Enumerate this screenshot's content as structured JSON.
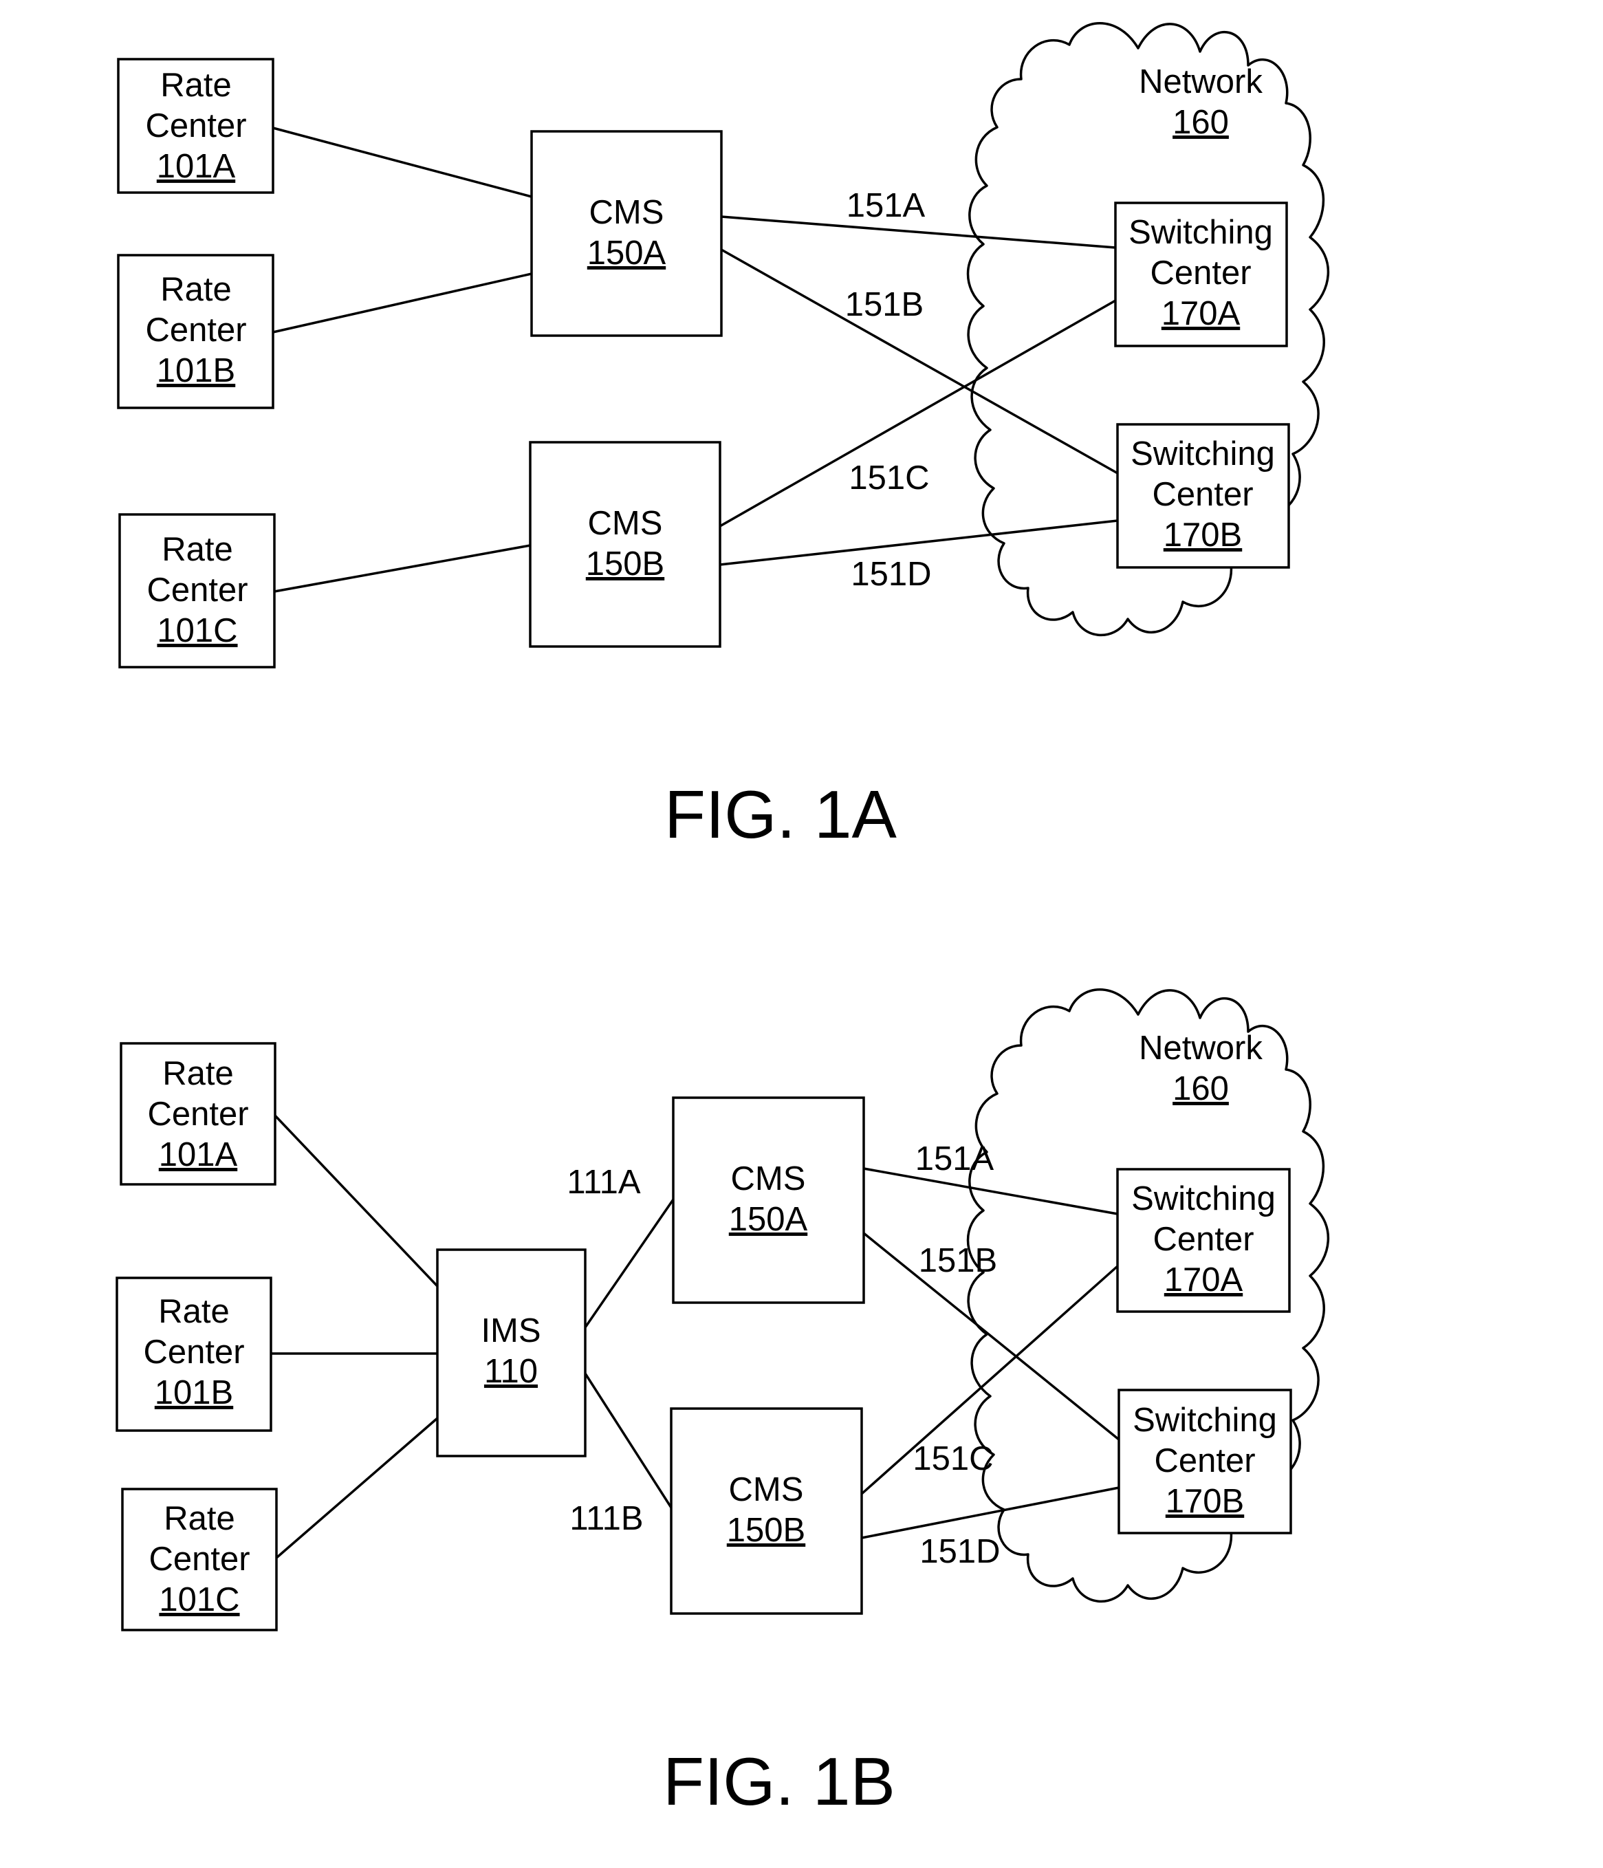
{
  "fig1a": {
    "caption": "FIG. 1A",
    "network": {
      "label": "Network",
      "ref": "160"
    },
    "rate_centers": [
      {
        "label": "Rate",
        "label2": "Center",
        "ref": "101A"
      },
      {
        "label": "Rate",
        "label2": "Center",
        "ref": "101B"
      },
      {
        "label": "Rate",
        "label2": "Center",
        "ref": "101C"
      }
    ],
    "cms": [
      {
        "label": "CMS",
        "ref": "150A"
      },
      {
        "label": "CMS",
        "ref": "150B"
      }
    ],
    "switching_centers": [
      {
        "label": "Switching",
        "label2": "Center",
        "ref": "170A"
      },
      {
        "label": "Switching",
        "label2": "Center",
        "ref": "170B"
      }
    ],
    "links": [
      "151A",
      "151B",
      "151C",
      "151D"
    ]
  },
  "fig1b": {
    "caption": "FIG. 1B",
    "network": {
      "label": "Network",
      "ref": "160"
    },
    "rate_centers": [
      {
        "label": "Rate",
        "label2": "Center",
        "ref": "101A"
      },
      {
        "label": "Rate",
        "label2": "Center",
        "ref": "101B"
      },
      {
        "label": "Rate",
        "label2": "Center",
        "ref": "101C"
      }
    ],
    "ims": {
      "label": "IMS",
      "ref": "110"
    },
    "cms": [
      {
        "label": "CMS",
        "ref": "150A"
      },
      {
        "label": "CMS",
        "ref": "150B"
      }
    ],
    "switching_centers": [
      {
        "label": "Switching",
        "label2": "Center",
        "ref": "170A"
      },
      {
        "label": "Switching",
        "label2": "Center",
        "ref": "170B"
      }
    ],
    "links": [
      "151A",
      "151B",
      "151C",
      "151D"
    ],
    "ims_links": [
      "111A",
      "111B"
    ]
  }
}
